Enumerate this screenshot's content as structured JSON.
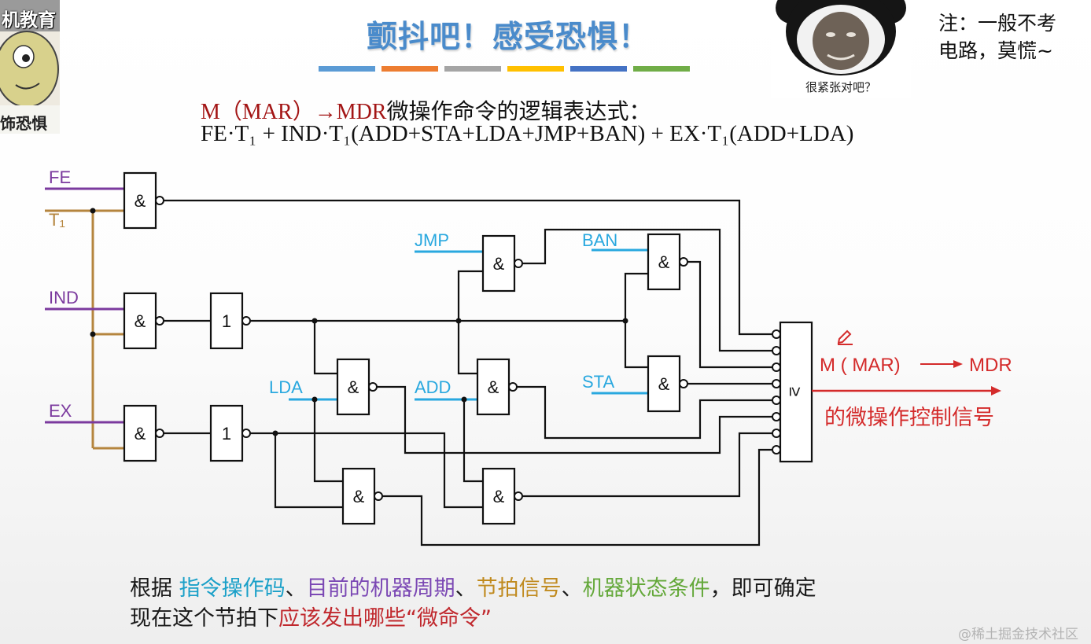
{
  "meme_left": {
    "banner_text": "机教育",
    "caption": "饰恐惧"
  },
  "meme_right": {
    "caption": "很紧张对吧？"
  },
  "title": "颤抖吧！感受恐惧！",
  "title_color": "#4a8bcb",
  "color_bar": [
    "#5b9bd5",
    "#ed7d31",
    "#a5a5a5",
    "#ffc000",
    "#4472c4",
    "#70ad47"
  ],
  "note": {
    "line1": "注：一般不考",
    "line2": "电路，莫慌~"
  },
  "expression": {
    "label_red": "M（MAR）→MDR",
    "label_black": "微操作命令的逻辑表达式：",
    "formula": "FE·T₁ + IND·T₁(ADD+STA+LDA+JMP+BAN) + EX·T₁(ADD+LDA)"
  },
  "circuit": {
    "inputs": {
      "fe": "FE",
      "t1": "T₁",
      "ind": "IND",
      "ex": "EX",
      "jmp": "JMP",
      "ban": "BAN",
      "lda": "LDA",
      "add": "ADD",
      "sta": "STA"
    },
    "and_symbol": "&",
    "not_symbol": "1",
    "or_symbol": "≥",
    "output": {
      "source": "M ( MAR)",
      "target": "MDR",
      "caption": "的微操作控制信号"
    },
    "colors": {
      "control_signal": "#7b3a9e",
      "clock_signal": "#b5853e",
      "opcode_signal": "#29a8df",
      "output": "#d42b2b",
      "wire": "#111111"
    },
    "icons": [
      "pencil-icon"
    ]
  },
  "footer": {
    "line1": [
      {
        "text": "根据 ",
        "color": "#1a1a1a"
      },
      {
        "text": "指令操作码",
        "color": "#1aa0c8"
      },
      {
        "text": "、",
        "color": "#1a1a1a"
      },
      {
        "text": "目前的机器周期",
        "color": "#7b48b4"
      },
      {
        "text": "、",
        "color": "#1a1a1a"
      },
      {
        "text": "节拍信号",
        "color": "#c08a1e"
      },
      {
        "text": "、",
        "color": "#1a1a1a"
      },
      {
        "text": "机器状态条件",
        "color": "#64a83a"
      },
      {
        "text": "，即可确定",
        "color": "#1a1a1a"
      }
    ],
    "line2": [
      {
        "text": "现在这个节拍下",
        "color": "#1a1a1a"
      },
      {
        "text": "应该发出哪些“微命令”",
        "color": "#c0282d"
      }
    ]
  },
  "watermark": "@稀土掘金技术社区"
}
